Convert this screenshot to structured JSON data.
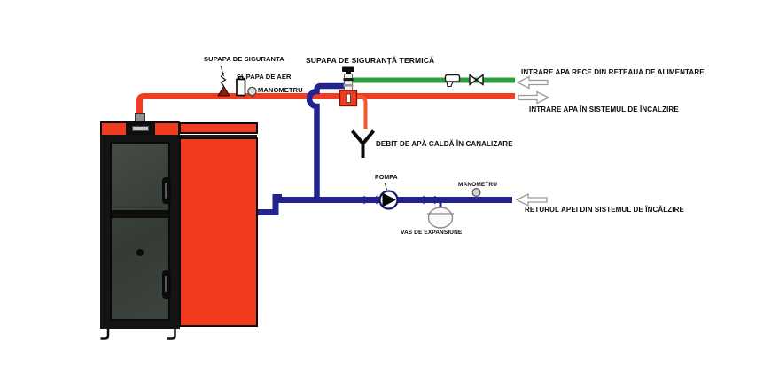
{
  "diagram": {
    "type": "boiler-heating-piping-schematic",
    "language": "Romanian"
  },
  "colors": {
    "pipe_red": "#f23b20",
    "pipe_green": "#2f9e42",
    "pipe_blue": "#23238f",
    "drain_orange": "#ef5b31",
    "boiler_red": "#f23b1e",
    "boiler_black": "#141414",
    "label_black": "#0a0a0a",
    "arrow_outline": "#9a9a9a"
  },
  "labels": {
    "safety_valve": "SUPAPA DE SIGURANTA",
    "air_valve": "SUPAPA DE AER",
    "manometer_top": "MANOMETRU",
    "thermal_safety_valve": "SUPAPA DE SIGURANȚĂ TERMICĂ",
    "cold_water_inlet": "INTRARE APA RECE DIN RETEAUA DE ALIMENTARE",
    "heating_system_inlet": "INTRARE APA ÎN SISTEMUL DE ÎNCALZIRE",
    "hot_water_drain": "DEBIT DE APĂ CALDĂ ÎN CANALIZARE",
    "pump": "POMPA",
    "manometer_bottom": "MANOMETRU",
    "expansion_vessel": "VAS DE EXPANSIUNE",
    "return_line": "RETURUL APEI DIN SISTEMUL DE ÎNCĂLZIRE"
  }
}
